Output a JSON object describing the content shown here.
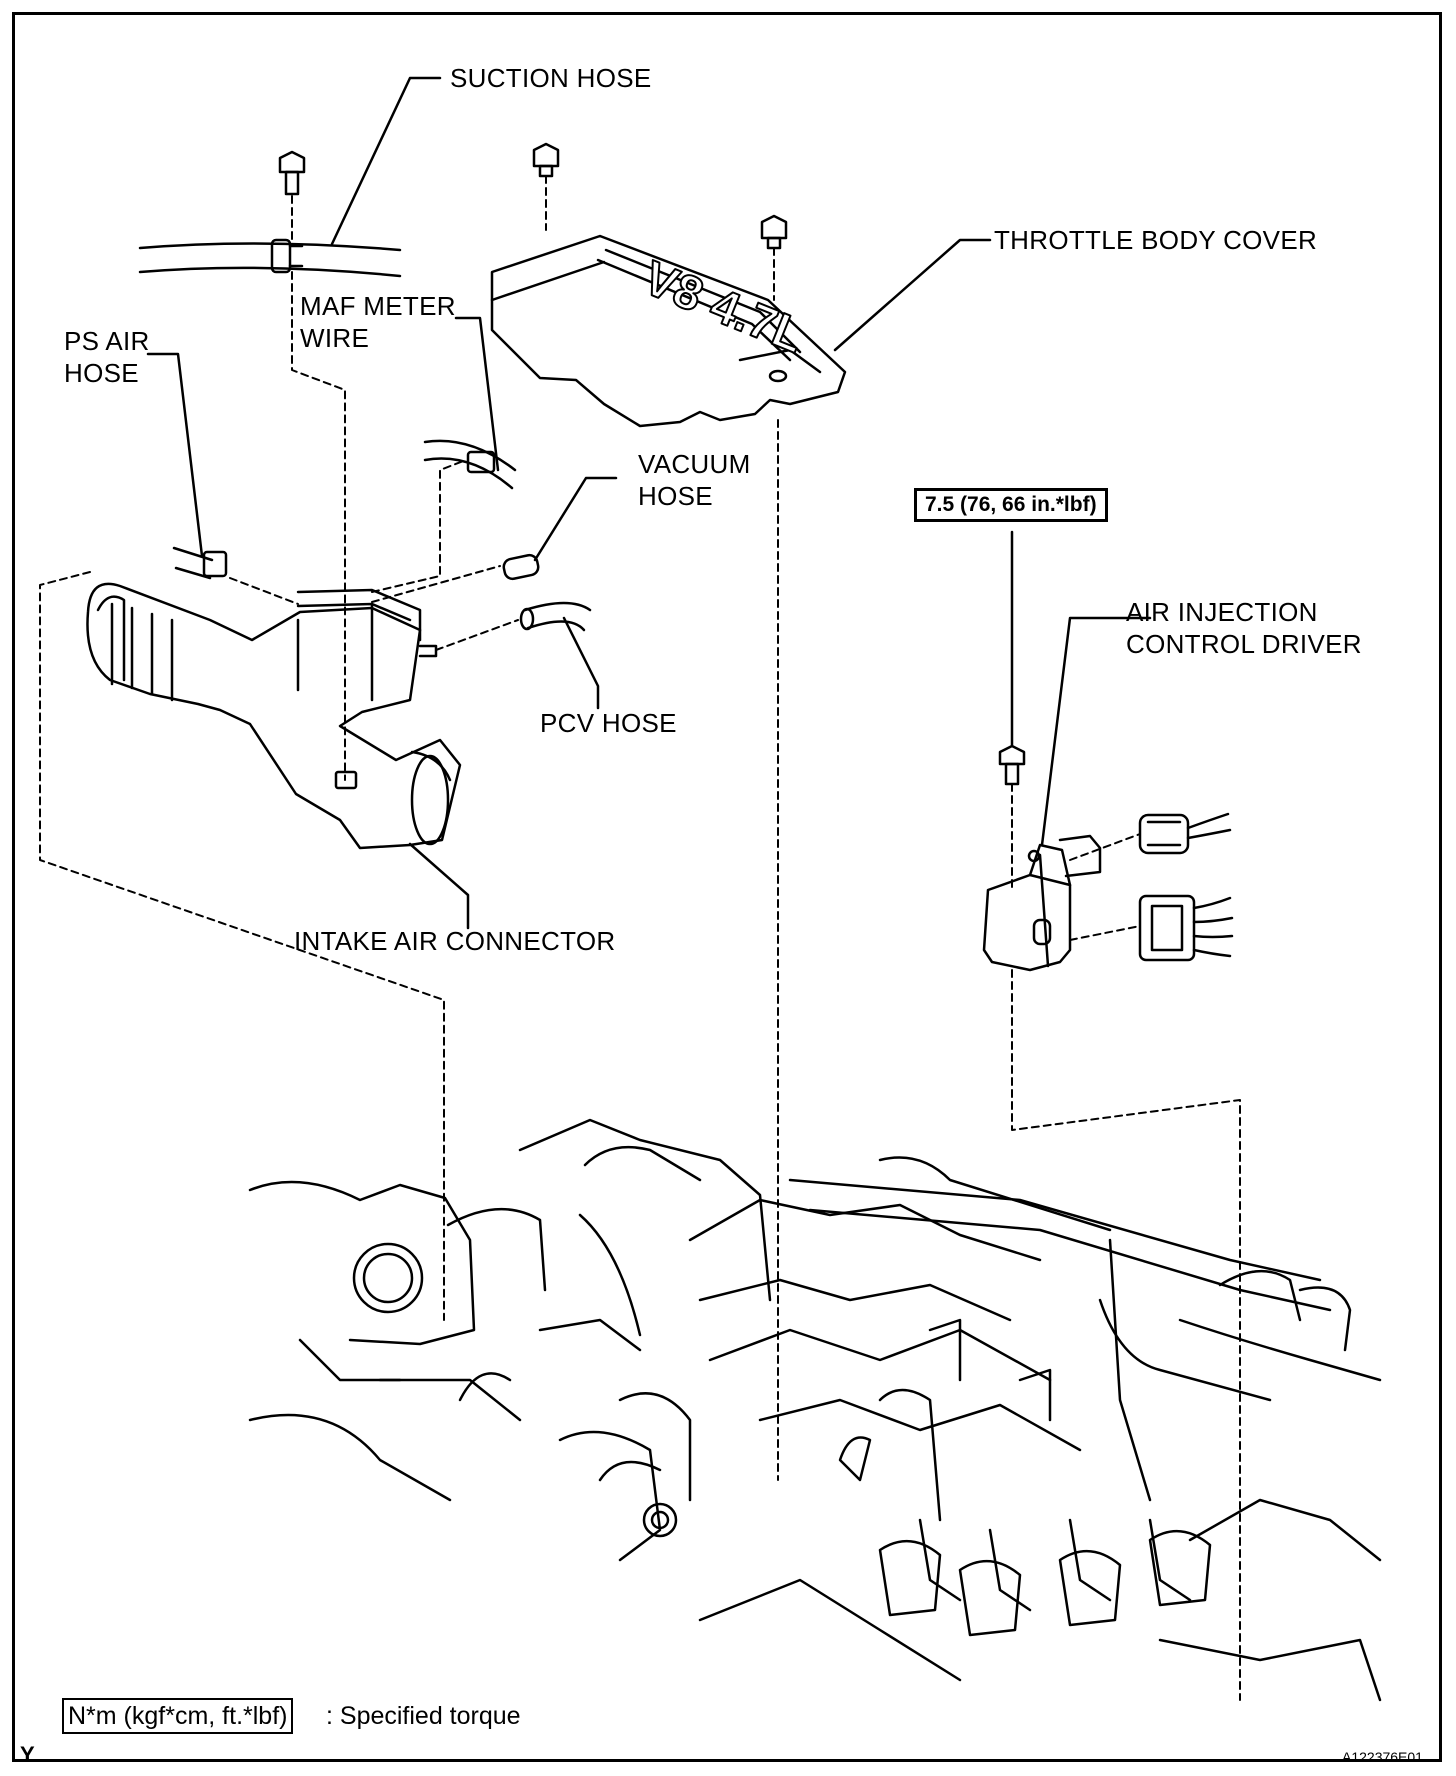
{
  "labels": {
    "suction_hose": "SUCTION HOSE",
    "throttle_body_cover": "THROTTLE BODY COVER",
    "maf_meter_wire_1": "MAF METER",
    "maf_meter_wire_2": "WIRE",
    "ps_air_hose_1": "PS AIR",
    "ps_air_hose_2": "HOSE",
    "vacuum_hose_1": "VACUUM",
    "vacuum_hose_2": "HOSE",
    "pcv_hose": "PCV HOSE",
    "air_injection_1": "AIR INJECTION",
    "air_injection_2": "CONTROL DRIVER",
    "intake_air_connector": "INTAKE AIR CONNECTOR"
  },
  "cover_marking": "V8 4.7L",
  "torque_spec": "7.5 (76, 66 in.*lbf)",
  "legend": {
    "box": "N*m (kgf*cm, ft.*lbf)",
    "text": ": Specified torque"
  },
  "corner_mark": "Y",
  "figure_id": "A122376E01"
}
